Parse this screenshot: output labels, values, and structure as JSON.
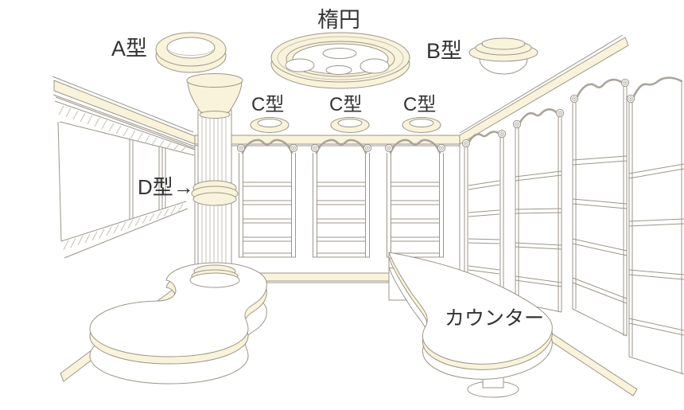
{
  "figure": {
    "type": "interior-ornament-illustration",
    "labels": {
      "ellipse": "楕円",
      "type_a": "A型",
      "type_b": "B型",
      "type_c": [
        "C型",
        "C型",
        "C型"
      ],
      "type_d": "D型→",
      "counter": "カウンター"
    },
    "colors": {
      "cream": "#FAF3DB",
      "outline": "#9C968A",
      "text": "#333333",
      "background": "#FFFFFF"
    }
  }
}
